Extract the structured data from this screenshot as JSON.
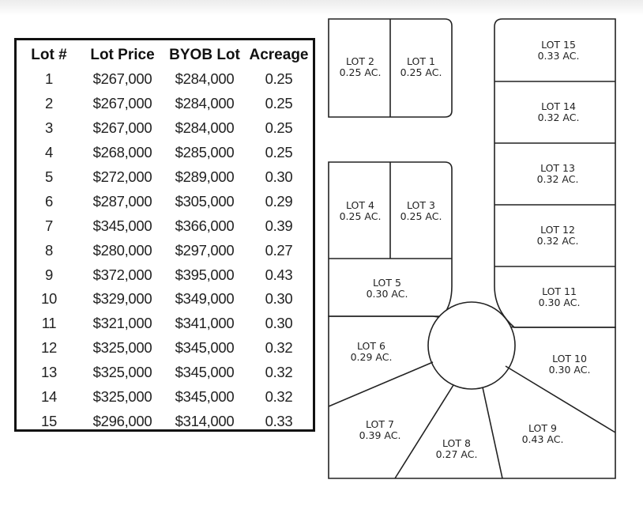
{
  "table": {
    "headers": [
      "Lot #",
      "Lot Price",
      "BYOB Lot",
      "Acreage"
    ],
    "rows": [
      [
        "1",
        "$267,000",
        "$284,000",
        "0.25"
      ],
      [
        "2",
        "$267,000",
        "$284,000",
        "0.25"
      ],
      [
        "3",
        "$267,000",
        "$284,000",
        "0.25"
      ],
      [
        "4",
        "$268,000",
        "$285,000",
        "0.25"
      ],
      [
        "5",
        "$272,000",
        "$289,000",
        "0.30"
      ],
      [
        "6",
        "$287,000",
        "$305,000",
        "0.29"
      ],
      [
        "7",
        "$345,000",
        "$366,000",
        "0.39"
      ],
      [
        "8",
        "$280,000",
        "$297,000",
        "0.27"
      ],
      [
        "9",
        "$372,000",
        "$395,000",
        "0.43"
      ],
      [
        "10",
        "$329,000",
        "$349,000",
        "0.30"
      ],
      [
        "11",
        "$321,000",
        "$341,000",
        "0.30"
      ],
      [
        "12",
        "$325,000",
        "$345,000",
        "0.32"
      ],
      [
        "13",
        "$325,000",
        "$345,000",
        "0.32"
      ],
      [
        "14",
        "$325,000",
        "$345,000",
        "0.32"
      ],
      [
        "15",
        "$296,000",
        "$314,000",
        "0.33"
      ]
    ]
  },
  "plan": {
    "lots": [
      {
        "name": "LOT 1",
        "area": "0.25 AC."
      },
      {
        "name": "LOT 2",
        "area": "0.25 AC."
      },
      {
        "name": "LOT 3",
        "area": "0.25 AC."
      },
      {
        "name": "LOT 4",
        "area": "0.25 AC."
      },
      {
        "name": "LOT 5",
        "area": "0.30 AC."
      },
      {
        "name": "LOT 6",
        "area": "0.29 AC."
      },
      {
        "name": "LOT 7",
        "area": "0.39 AC."
      },
      {
        "name": "LOT 8",
        "area": "0.27 AC."
      },
      {
        "name": "LOT 9",
        "area": "0.43 AC."
      },
      {
        "name": "LOT 10",
        "area": "0.30 AC."
      },
      {
        "name": "LOT 11",
        "area": "0.30 AC."
      },
      {
        "name": "LOT 12",
        "area": "0.32 AC."
      },
      {
        "name": "LOT 13",
        "area": "0.32 AC."
      },
      {
        "name": "LOT 14",
        "area": "0.32 AC."
      },
      {
        "name": "LOT 15",
        "area": "0.33 AC."
      }
    ]
  }
}
